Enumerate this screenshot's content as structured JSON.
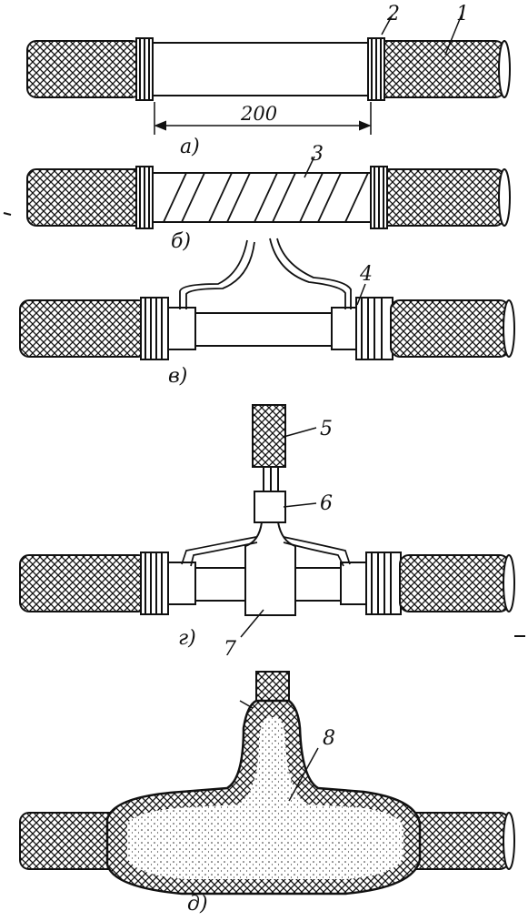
{
  "panels": {
    "a": {
      "label": "а)",
      "dimension": "200"
    },
    "b": {
      "label": "б)"
    },
    "v": {
      "label": "в)"
    },
    "g": {
      "label": "г)"
    },
    "d": {
      "label": "д)"
    }
  },
  "callouts": {
    "c1": "1",
    "c2": "2",
    "c3": "3",
    "c4": "4",
    "c5": "5",
    "c6": "6",
    "c7": "7",
    "c8": "8"
  },
  "colors": {
    "ink": "#111111",
    "paper": "#ffffff"
  }
}
